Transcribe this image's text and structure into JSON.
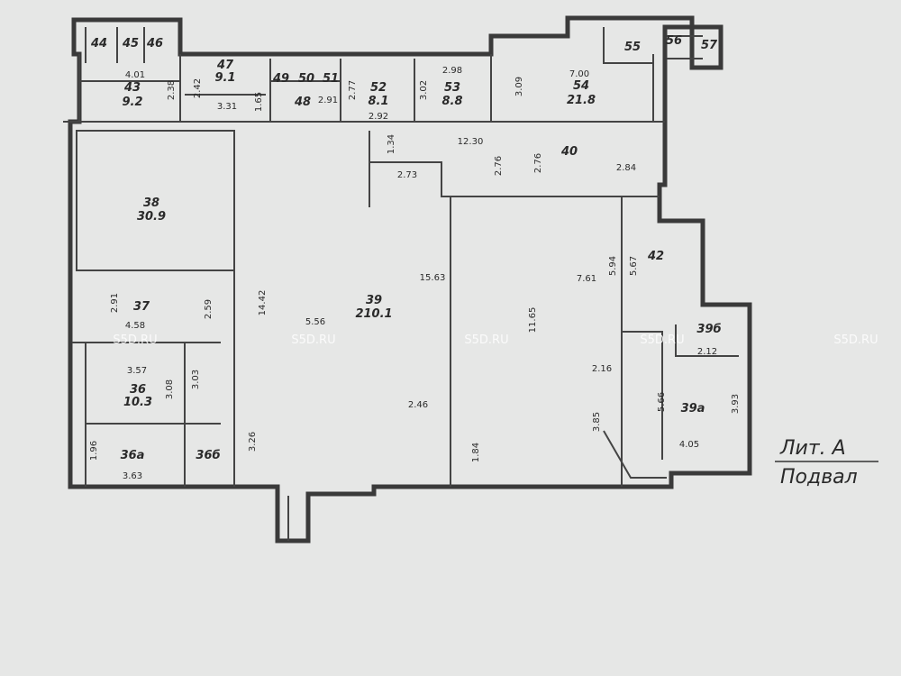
{
  "rooms": [
    {
      "id": "44"
    },
    {
      "id": "45"
    },
    {
      "id": "46"
    },
    {
      "id": "43",
      "area": "9.2"
    },
    {
      "id": "47",
      "area": "9.1"
    },
    {
      "id": "49"
    },
    {
      "id": "50"
    },
    {
      "id": "51"
    },
    {
      "id": "48"
    },
    {
      "id": "52",
      "area": "8.1"
    },
    {
      "id": "53",
      "area": "8.8"
    },
    {
      "id": "54",
      "area": "21.8"
    },
    {
      "id": "55"
    },
    {
      "id": "56"
    },
    {
      "id": "57"
    },
    {
      "id": "40"
    },
    {
      "id": "38",
      "area": "30.9"
    },
    {
      "id": "39",
      "area": "210.1"
    },
    {
      "id": "42"
    },
    {
      "id": "37"
    },
    {
      "id": "36",
      "area": "10.3"
    },
    {
      "id": "36а"
    },
    {
      "id": "36б"
    },
    {
      "id": "39б"
    },
    {
      "id": "39а"
    }
  ],
  "dims": [
    "4.01",
    "2.38",
    "2.42",
    "3.31",
    "1.65",
    "2.91",
    "2.77",
    "2.92",
    "2.98",
    "3.02",
    "7.00",
    "3.09",
    "12.30",
    "2.76",
    "2.76",
    "2.84",
    "1.34",
    "2.73",
    "15.63",
    "14.42",
    "5.56",
    "2.46",
    "7.61",
    "11.65",
    "5.94",
    "5.67",
    "2.16",
    "3.85",
    "1.84",
    "2.91",
    "4.58",
    "2.59",
    "3.57",
    "3.08",
    "3.03",
    "3.26",
    "1.96",
    "3.63",
    "2.12",
    "5.66",
    "3.93",
    "4.05"
  ],
  "watermark": "S5D.RU",
  "title": {
    "line1": "Лит. А",
    "line2": "Подвал"
  }
}
